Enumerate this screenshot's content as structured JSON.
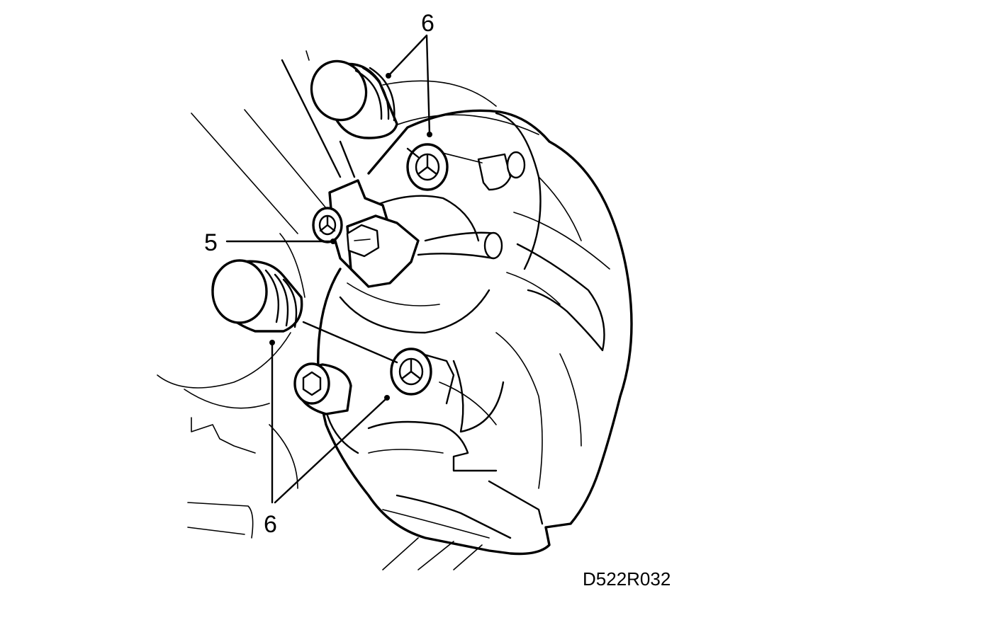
{
  "callouts": {
    "top_label": "6",
    "left_label": "5",
    "bottom_label": "6"
  },
  "figure_id": "D522R032",
  "colors": {
    "ink": "#000000",
    "paper": "#ffffff"
  }
}
